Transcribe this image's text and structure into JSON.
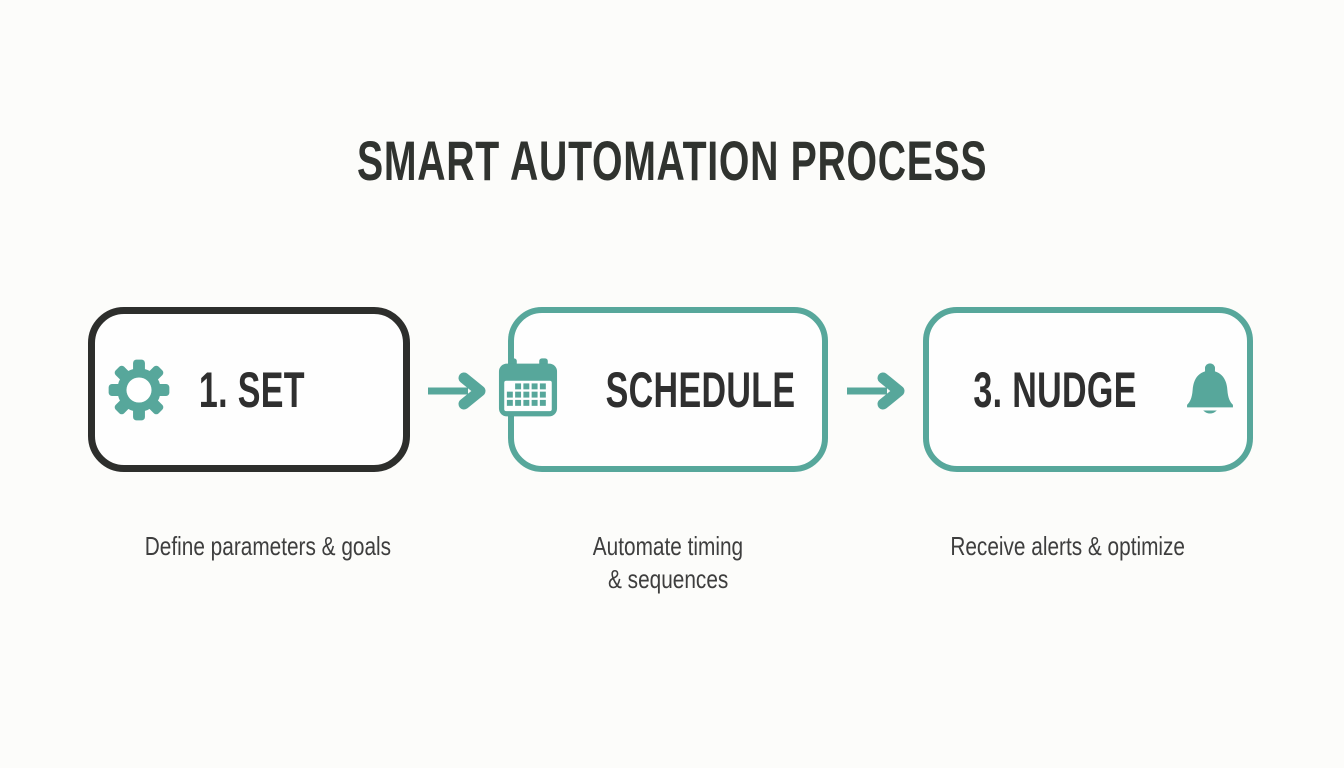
{
  "title": "SMART AUTOMATION PROCESS",
  "colors": {
    "teal": "#57a79b",
    "charcoal": "#2d2e2c",
    "heading_text": "#30332f",
    "label_text": "#2f2f2f",
    "caption_text": "#3e3e3e",
    "background": "#fcfcfa"
  },
  "connector_icon": "arrow-right-icon",
  "steps": [
    {
      "label": "1. SET",
      "icon": "gear-icon",
      "caption_lines": [
        "Define parameters & goals"
      ]
    },
    {
      "label": "SCHEDULE",
      "icon": "calendar-icon",
      "caption_lines": [
        "Automate timing",
        "& sequences"
      ]
    },
    {
      "label": "3. NUDGE",
      "icon": "bell-icon",
      "caption_lines": [
        "Receive alerts & optimize"
      ]
    }
  ]
}
